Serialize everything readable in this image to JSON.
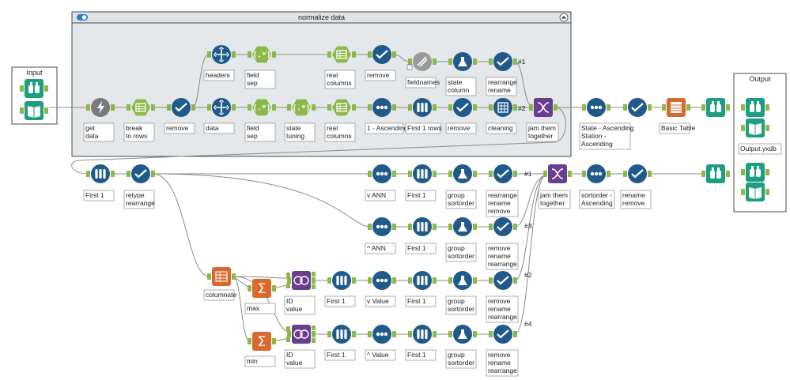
{
  "containers": {
    "input": {
      "title": "Input"
    },
    "normalize": {
      "title": "normalize data"
    },
    "output": {
      "title": "Output"
    }
  },
  "tools": [
    {
      "id": "in_browse",
      "type": "browse",
      "label": ""
    },
    {
      "id": "in_input",
      "type": "input",
      "label": ""
    },
    {
      "id": "get_data",
      "type": "formula",
      "label": "get\ndata"
    },
    {
      "id": "break_rows",
      "type": "text",
      "label": "break\nto rows"
    },
    {
      "id": "remove1",
      "type": "select",
      "label": "remove"
    },
    {
      "id": "headers",
      "type": "transpose",
      "label": "headers"
    },
    {
      "id": "field_sep1",
      "type": "regex",
      "label": "field\nsep"
    },
    {
      "id": "real_cols1",
      "type": "text",
      "label": "real\ncolumns"
    },
    {
      "id": "remove2",
      "type": "select",
      "label": "remove"
    },
    {
      "id": "fieldnames",
      "type": "dynrename",
      "label": "fieldnames"
    },
    {
      "id": "state_col",
      "type": "flask",
      "label": "state\ncolumn"
    },
    {
      "id": "rearrange_rename",
      "type": "select",
      "label": "rearrange\nrename"
    },
    {
      "id": "data",
      "type": "transpose",
      "label": "data"
    },
    {
      "id": "field_sep2",
      "type": "regex",
      "label": "field\nsep"
    },
    {
      "id": "state_tuning",
      "type": "regex",
      "label": "state\ntuning"
    },
    {
      "id": "real_cols2",
      "type": "text",
      "label": "real\ncolumns"
    },
    {
      "id": "one_asc",
      "type": "sort",
      "label": "1 - Ascending"
    },
    {
      "id": "first1_rows",
      "type": "sample",
      "label": "First 1 rows"
    },
    {
      "id": "remove3",
      "type": "select",
      "label": "remove"
    },
    {
      "id": "cleaning",
      "type": "cleanse",
      "label": "cleaning"
    },
    {
      "id": "jam1",
      "type": "union",
      "label": "jam them\ntogether"
    },
    {
      "id": "state_asc",
      "type": "sort",
      "label": "State - Ascending\nStation -\nAscending"
    },
    {
      "id": "sel_after_state",
      "type": "select",
      "label": ""
    },
    {
      "id": "basic_table",
      "type": "table",
      "label": "Basic Table"
    },
    {
      "id": "browse_mid",
      "type": "browse",
      "label": ""
    },
    {
      "id": "out_browse1",
      "type": "browse",
      "label": ""
    },
    {
      "id": "out_output",
      "type": "input",
      "label": "Output.yxdb"
    },
    {
      "id": "out_browse2",
      "type": "browse",
      "label": ""
    },
    {
      "id": "out_input2",
      "type": "input",
      "label": ""
    },
    {
      "id": "first1_a",
      "type": "sample",
      "label": "First 1"
    },
    {
      "id": "retype",
      "type": "select",
      "label": "retype\nrearrange"
    },
    {
      "id": "v_ann",
      "type": "sort",
      "label": "v ANN"
    },
    {
      "id": "first1_b",
      "type": "sample",
      "label": "First 1"
    },
    {
      "id": "group_so1",
      "type": "flask",
      "label": "group\nsortorder"
    },
    {
      "id": "rrr1",
      "type": "select",
      "label": "rearrange\nrename\nremove"
    },
    {
      "id": "jam2",
      "type": "union",
      "label": "jam them\ntogether"
    },
    {
      "id": "sortorder_asc",
      "type": "sort",
      "label": "sortorder -\nAscending"
    },
    {
      "id": "rename_remove",
      "type": "select",
      "label": "rename\nremove"
    },
    {
      "id": "browse_r2",
      "type": "browse",
      "label": ""
    },
    {
      "id": "caret_ann",
      "type": "sort",
      "label": "^ ANN"
    },
    {
      "id": "first1_c",
      "type": "sample",
      "label": "First 1"
    },
    {
      "id": "group_so2",
      "type": "flask",
      "label": "group\nsortorder"
    },
    {
      "id": "rrr2",
      "type": "select",
      "label": "remove\nrename\nrearrange"
    },
    {
      "id": "columnate",
      "type": "crosstab",
      "label": "columnate"
    },
    {
      "id": "max",
      "type": "summarize",
      "label": "max"
    },
    {
      "id": "id_value1",
      "type": "join",
      "label": "ID\nvalue"
    },
    {
      "id": "first1_d",
      "type": "sample",
      "label": "First 1"
    },
    {
      "id": "v_value",
      "type": "sort",
      "label": "v Value"
    },
    {
      "id": "first1_e",
      "type": "sample",
      "label": "First 1"
    },
    {
      "id": "group_so3",
      "type": "flask",
      "label": "group\nsortorder"
    },
    {
      "id": "rrr3",
      "type": "select",
      "label": "remove\nrename\nrearrange"
    },
    {
      "id": "min",
      "type": "summarize",
      "label": "min"
    },
    {
      "id": "id_value2",
      "type": "join",
      "label": "ID\nvalue"
    },
    {
      "id": "first1_f",
      "type": "sample",
      "label": "First 1"
    },
    {
      "id": "caret_value",
      "type": "sort",
      "label": "^ Value"
    },
    {
      "id": "first1_g",
      "type": "sample",
      "label": "First 1"
    },
    {
      "id": "group_so4",
      "type": "flask",
      "label": "group\nsortorder"
    },
    {
      "id": "rrr4",
      "type": "select",
      "label": "remove\nrename\nrearrange"
    }
  ],
  "connection_labels": [
    "#1",
    "#2",
    "#1",
    "#3",
    "#2",
    "#4"
  ],
  "colors": {
    "blue": "#1f5a8a",
    "green": "#1d9d81",
    "olive": "#8cb84a",
    "orange": "#d9692d",
    "purple": "#6a3e8f",
    "gray": "#7a7a7a",
    "line": "#8a8a8a",
    "container_bg": "#e4e8ea"
  }
}
